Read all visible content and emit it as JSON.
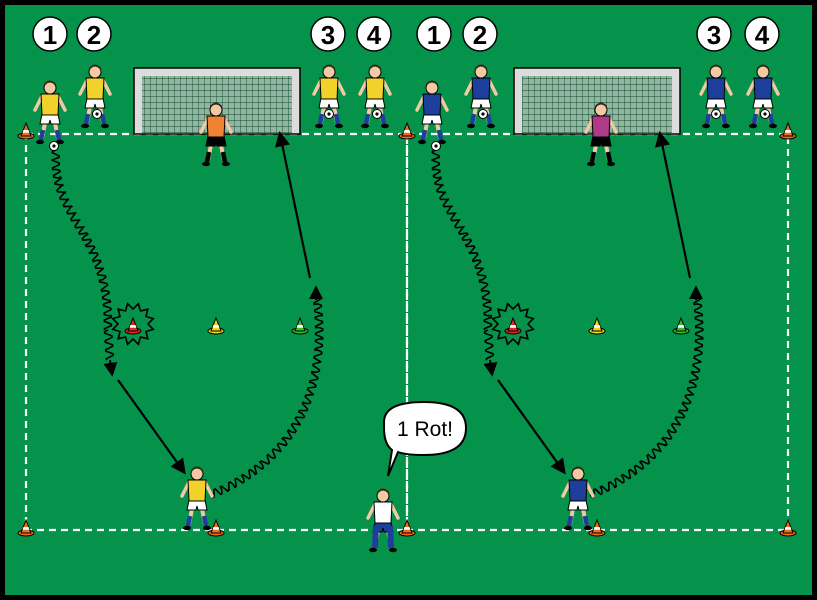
{
  "colors": {
    "pitch": "#05924a",
    "line": "#ffffff",
    "frame": "#000000",
    "goal_net": "#1e7a44",
    "team_yellow": "#f2d22a",
    "team_blue": "#1d3e9a",
    "keeper_left": "#f08234",
    "keeper_right": "#b03a8a",
    "cone_orange": "#f26a1b",
    "cone_red": "#e02626",
    "cone_yellow": "#f4d21c",
    "cone_green": "#3dbb2e",
    "arrow": "#000000"
  },
  "fields": [
    {
      "id": "left",
      "start_labels": [
        "1",
        "2"
      ],
      "end_labels": [
        "3",
        "4"
      ],
      "team_color": "team_yellow",
      "keeper_color": "keeper_left"
    },
    {
      "id": "right",
      "start_labels": [
        "1",
        "2"
      ],
      "end_labels": [
        "3",
        "4"
      ],
      "team_color": "team_blue",
      "keeper_color": "keeper_right"
    }
  ],
  "coach": {
    "speech": "1 Rot!"
  },
  "icons": [
    "player-icon",
    "goalkeeper-icon",
    "ball-icon",
    "cone-icon",
    "goal-icon",
    "speech-bubble-icon"
  ]
}
